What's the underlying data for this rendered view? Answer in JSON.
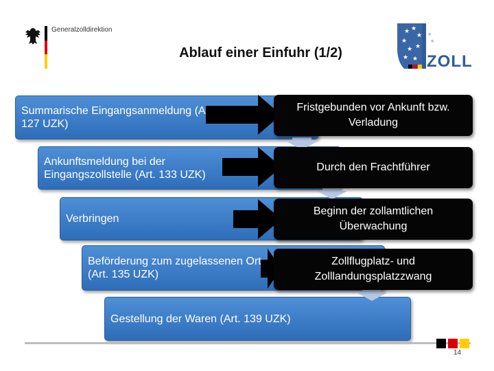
{
  "header": {
    "org_name": "Generalzolldirektion",
    "title": "Ablauf einer Einfuhr (1/2)",
    "logo_text": "ZOLL"
  },
  "steps": [
    {
      "label": "Summarische Eingangsanmeldung (Art. 127 UZK)"
    },
    {
      "label": "Ankunftsmeldung bei der Eingangszollstelle (Art. 133 UZK)"
    },
    {
      "label": "Verbringen"
    },
    {
      "label": "Beförderung zum zugelassenen Ort (Art. 135 UZK)"
    },
    {
      "label": "Gestellung der Waren (Art. 139 UZK)"
    }
  ],
  "descriptions": [
    {
      "text": "Fristgebunden vor Ankunft bzw. Verladung"
    },
    {
      "text": "Durch den Frachtführer"
    },
    {
      "text": "Beginn der zollamtlichen Überwachung"
    },
    {
      "text": "Zollflugplatz- und Zolllandungsplatzzwang"
    }
  ],
  "footer": {
    "page_number": "14"
  },
  "colors": {
    "step_blue": "#3f7fcb",
    "desc_black": "#050505",
    "flag_black": "#000000",
    "flag_red": "#dd0000",
    "flag_gold": "#ffce00",
    "logo_blue": "#2f5d9a"
  }
}
